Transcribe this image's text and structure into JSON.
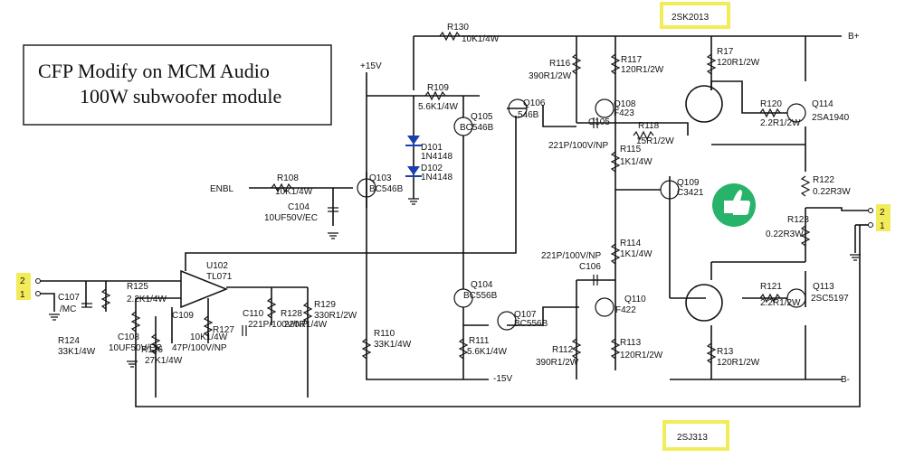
{
  "title": {
    "line1": "CFP Modify on MCM Audio",
    "line2": "100W subwoofer module"
  },
  "highlights": {
    "top_part": "2SK2013",
    "bottom_part": "2SJ313",
    "input_pin_2": "2",
    "input_pin_1": "1",
    "output_pin_2": "2",
    "output_pin_1": "1"
  },
  "rails": {
    "pos": "+15V",
    "neg": "-15V",
    "bplus": "B+",
    "bminus": "B-"
  },
  "inputs": {
    "enbl": "ENBL"
  },
  "parts": {
    "R130": [
      "R130",
      "10K1/4W"
    ],
    "R109": [
      "R109",
      "5.6K1/4W"
    ],
    "R116": [
      "R116",
      "390R1/2W"
    ],
    "R117": [
      "R117",
      "120R1/2W"
    ],
    "R17": [
      "R17",
      "120R1/2W"
    ],
    "Q105": [
      "Q105",
      "BC546B"
    ],
    "Q106": [
      "Q106",
      "546B"
    ],
    "Q108": [
      "Q108",
      "F423"
    ],
    "R120": [
      "R120",
      "2.2R1/2W"
    ],
    "Q114": [
      "Q114",
      "2SA1940"
    ],
    "C105": [
      "C105",
      "221P/100V/NP"
    ],
    "R118": [
      "R118",
      "15R1/2W"
    ],
    "R115": [
      "R115",
      "1K1/4W"
    ],
    "D101": [
      "D101",
      "1N4148"
    ],
    "D102": [
      "D102",
      "1N4148"
    ],
    "R108": [
      "R108",
      "10K1/4W"
    ],
    "Q103": [
      "Q103",
      "BC546B"
    ],
    "C104": [
      "C104",
      "10UF50V/EC"
    ],
    "Q109": [
      "Q109",
      "C3421"
    ],
    "R122": [
      "R122",
      "0.22R3W"
    ],
    "R123": [
      "R123",
      "0.22R3W"
    ],
    "U102": [
      "U102",
      "TL071"
    ],
    "C107": [
      "C107",
      "/MC"
    ],
    "R124": [
      "R124",
      "33K1/4W"
    ],
    "R125": [
      "R125",
      "2.2K1/4W"
    ],
    "C108": [
      "C108",
      "10UF50V/EC"
    ],
    "R126": [
      "R126",
      "27K1/4W"
    ],
    "C109": [
      "C109",
      "47P/100V/NP"
    ],
    "R127": [
      "R127",
      "10K1/4W"
    ],
    "C110": [
      "C110",
      "221P/100V/NP"
    ],
    "R128": [
      "R128",
      "220R1/4W"
    ],
    "R129": [
      "R129",
      "330R1/2W"
    ],
    "R110": [
      "R110",
      "33K1/4W"
    ],
    "Q104": [
      "Q104",
      "BC556B"
    ],
    "Q107": [
      "Q107",
      "BC556B"
    ],
    "R111": [
      "R111",
      "5.6K1/4W"
    ],
    "R114": [
      "R114",
      "1K1/4W"
    ],
    "C106": [
      "C106",
      "221P/100V/NP"
    ],
    "Q110": [
      "Q110",
      "F422"
    ],
    "R112": [
      "R112",
      "390R1/2W"
    ],
    "R113": [
      "R113",
      "120R1/2W"
    ],
    "R121": [
      "R121",
      "2.2R1/2W"
    ],
    "Q113": [
      "Q113",
      "2SC5197"
    ],
    "R13": [
      "R13",
      "120R1/2W"
    ]
  },
  "colors": {
    "highlight": "#f3ec5a",
    "diode": "#1a3fb0",
    "badge": "#27b36a"
  },
  "badge_icon": "thumbs-up-icon"
}
